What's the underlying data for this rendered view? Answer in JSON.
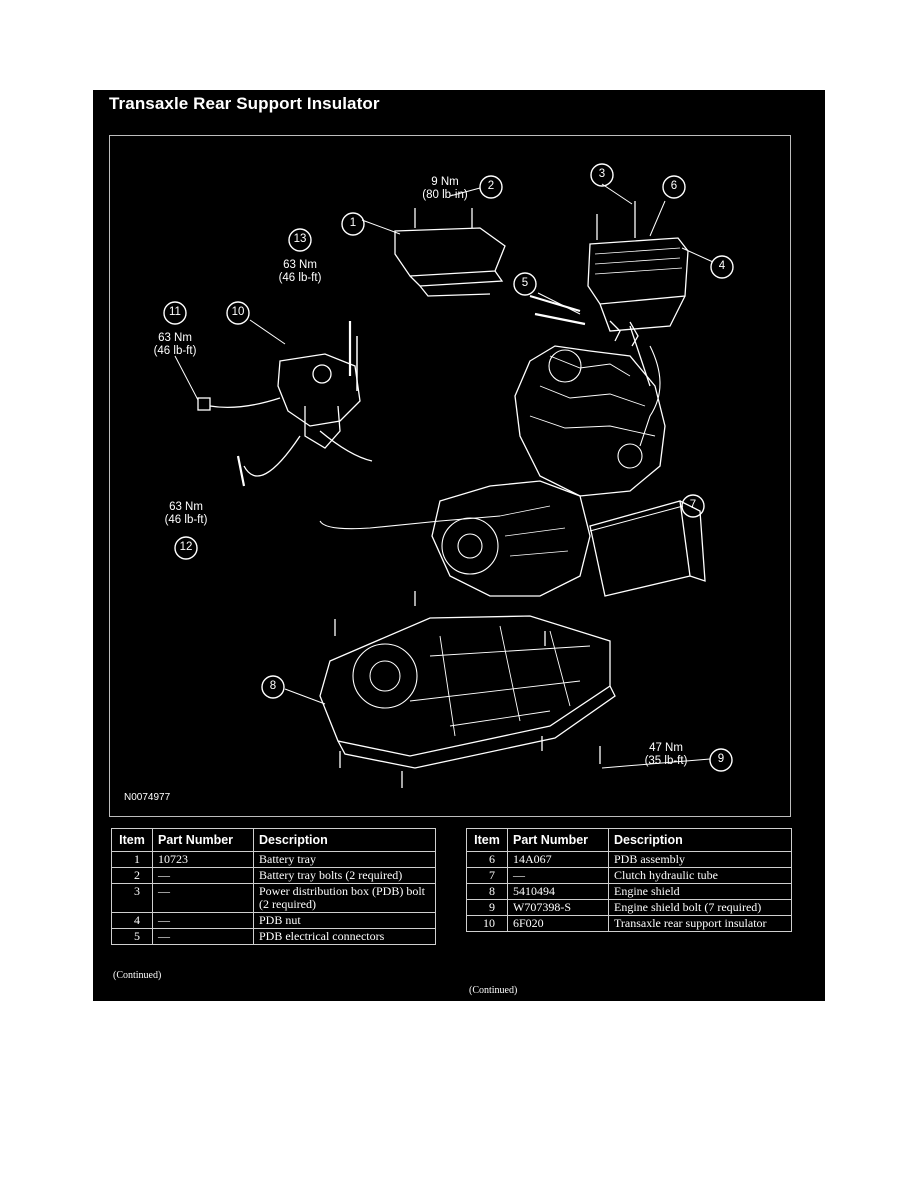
{
  "title": "Transaxle Rear Support Insulator",
  "figure": {
    "code": "N0074977",
    "callouts": [
      {
        "id": "1",
        "num": "1"
      },
      {
        "id": "2",
        "num": "2"
      },
      {
        "id": "3",
        "num": "3"
      },
      {
        "id": "4",
        "num": "4"
      },
      {
        "id": "5",
        "num": "5"
      },
      {
        "id": "6",
        "num": "6"
      },
      {
        "id": "7",
        "num": "7"
      },
      {
        "id": "8",
        "num": "8"
      },
      {
        "id": "9",
        "num": "9"
      },
      {
        "id": "10",
        "num": "10"
      },
      {
        "id": "11",
        "num": "11"
      },
      {
        "id": "12",
        "num": "12"
      },
      {
        "id": "13",
        "num": "13"
      }
    ],
    "torque": {
      "item2": {
        "nm": "9 Nm",
        "imp": "(80 lb-in)"
      },
      "item13": {
        "nm": "63 Nm",
        "imp": "(46 lb-ft)"
      },
      "item11": {
        "nm": "63 Nm",
        "imp": "(46 lb-ft)"
      },
      "item12": {
        "nm": "63 Nm",
        "imp": "(46 lb-ft)"
      },
      "item9": {
        "nm": "47 Nm",
        "imp": "(35 lb-ft)"
      }
    }
  },
  "table_headers": {
    "item": "Item",
    "part_number": "Part Number",
    "description": "Description"
  },
  "table_left": [
    {
      "item": "1",
      "part": "10723",
      "desc": "Battery tray"
    },
    {
      "item": "2",
      "part": "—",
      "desc": "Battery tray bolts (2 required)"
    },
    {
      "item": "3",
      "part": "—",
      "desc": "Power distribution box (PDB) bolt (2 required)"
    },
    {
      "item": "4",
      "part": "—",
      "desc": "PDB nut"
    },
    {
      "item": "5",
      "part": "—",
      "desc": "PDB electrical connectors"
    }
  ],
  "table_right": [
    {
      "item": "6",
      "part": "14A067",
      "desc": "PDB assembly"
    },
    {
      "item": "7",
      "part": "—",
      "desc": "Clutch hydraulic tube"
    },
    {
      "item": "8",
      "part": "5410494",
      "desc": "Engine shield"
    },
    {
      "item": "9",
      "part": "W707398-S",
      "desc": "Engine shield bolt (7 required)"
    },
    {
      "item": "10",
      "part": "6F020",
      "desc": "Transaxle rear support insulator"
    }
  ],
  "continued_label": "(Continued)",
  "colors": {
    "panel": "#000000",
    "text": "#ffffff",
    "border": "#cfcfcf"
  }
}
